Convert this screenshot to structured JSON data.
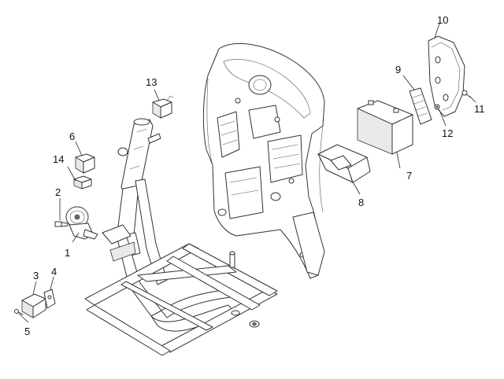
{
  "diagram": {
    "type": "exploded-parts-diagram",
    "line_color": "#333333",
    "background": "#ffffff",
    "callouts": [
      {
        "id": "c1",
        "label": "1"
      },
      {
        "id": "c2",
        "label": "2"
      },
      {
        "id": "c3",
        "label": "3"
      },
      {
        "id": "c4",
        "label": "4"
      },
      {
        "id": "c5",
        "label": "5"
      },
      {
        "id": "c6",
        "label": "6"
      },
      {
        "id": "c7",
        "label": "7"
      },
      {
        "id": "c8",
        "label": "8"
      },
      {
        "id": "c9",
        "label": "9"
      },
      {
        "id": "c10",
        "label": "10"
      },
      {
        "id": "c11",
        "label": "11"
      },
      {
        "id": "c12",
        "label": "12"
      },
      {
        "id": "c13",
        "label": "13"
      },
      {
        "id": "c14",
        "label": "14"
      }
    ]
  }
}
